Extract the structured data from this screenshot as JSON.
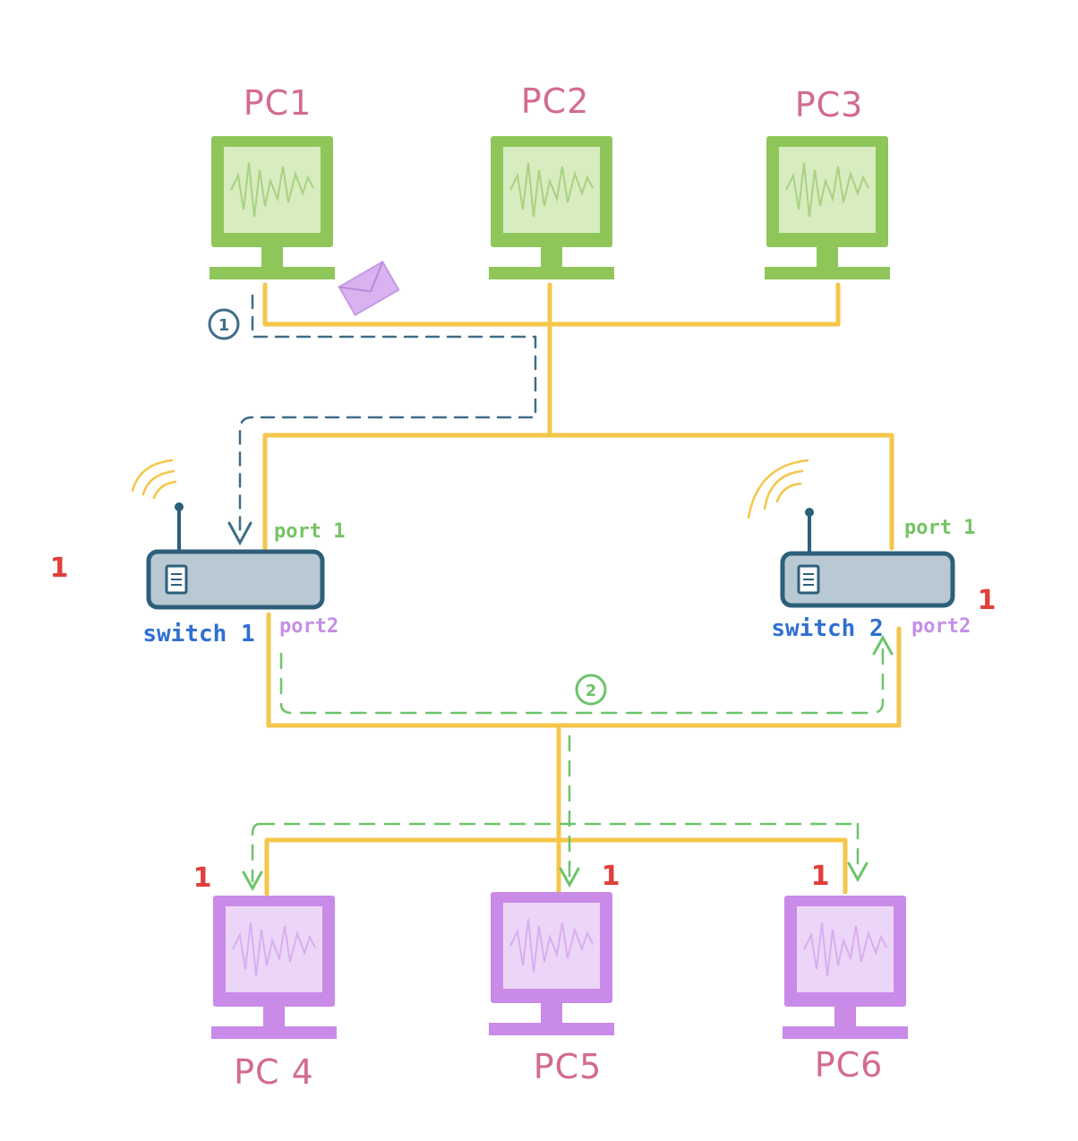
{
  "colors": {
    "cable": "#f4c64a",
    "top_pc": "#8fc65a",
    "top_pc_screen": "#d7ecbf",
    "bottom_pc": "#c98ae8",
    "bottom_pc_screen": "#ecd6f7",
    "pc_label": "#d36a92",
    "switch_body": "#2e5f7a",
    "switch_fill": "#b9c9d3",
    "switch_label": "#2f6fd1",
    "port1_label": "#74c365",
    "port2_label": "#c58ee5",
    "path_step1": "#3f6d87",
    "path_step2": "#6cc46a",
    "counter": "#e0403a",
    "envelope": "#d9b3f0"
  },
  "pcs": {
    "pc1": "PC1",
    "pc2": "PC2",
    "pc3": "PC3",
    "pc4": "PC 4",
    "pc5": "PC5",
    "pc6": "PC6"
  },
  "switches": {
    "switch1": {
      "name": "switch 1",
      "port1": "port 1",
      "port2": "port2",
      "counter": "1"
    },
    "switch2": {
      "name": "switch 2",
      "port1": "port 1",
      "port2": "port2",
      "counter": "1"
    }
  },
  "steps": {
    "step1": "1",
    "step2": "2"
  },
  "pc_counters": {
    "pc4": "1",
    "pc5": "1",
    "pc6": "1"
  },
  "icons": {
    "envelope": "envelope-icon",
    "antenna": "wifi-signal-icon",
    "document": "document-icon",
    "monitor": "monitor-icon"
  }
}
